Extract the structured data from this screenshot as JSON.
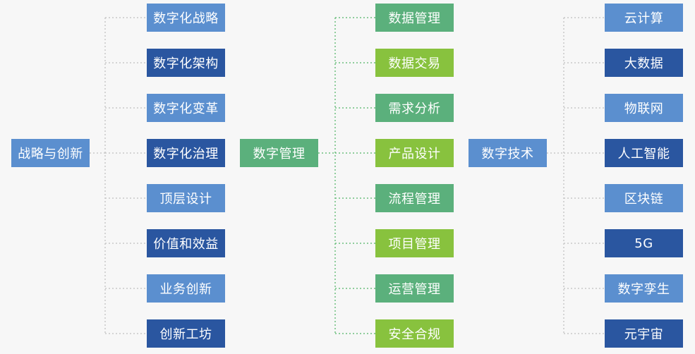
{
  "colors": {
    "blue_light": "#5b8fcf",
    "blue_dark": "#2a56a0",
    "green_mid": "#5bb07c",
    "green_light": "#88c23e",
    "line_gray": "#c8c8c8",
    "line_green": "#6dbf7e"
  },
  "groups": [
    {
      "root": {
        "label": "战略与创新",
        "color": "#5b8fcf"
      },
      "children": [
        {
          "label": "数字化战略",
          "color": "#5b8fcf"
        },
        {
          "label": "数字化架构",
          "color": "#2a56a0"
        },
        {
          "label": "数字化变革",
          "color": "#5b8fcf"
        },
        {
          "label": "数字化治理",
          "color": "#2a56a0"
        },
        {
          "label": "顶层设计",
          "color": "#5b8fcf"
        },
        {
          "label": "价值和效益",
          "color": "#2a56a0"
        },
        {
          "label": "业务创新",
          "color": "#5b8fcf"
        },
        {
          "label": "创新工坊",
          "color": "#2a56a0"
        }
      ]
    },
    {
      "root": {
        "label": "数字管理",
        "color": "#5bb07c"
      },
      "children": [
        {
          "label": "数据管理",
          "color": "#5bb07c"
        },
        {
          "label": "数据交易",
          "color": "#88c23e"
        },
        {
          "label": "需求分析",
          "color": "#5bb07c"
        },
        {
          "label": "产品设计",
          "color": "#88c23e"
        },
        {
          "label": "流程管理",
          "color": "#5bb07c"
        },
        {
          "label": "项目管理",
          "color": "#88c23e"
        },
        {
          "label": "运营管理",
          "color": "#5bb07c"
        },
        {
          "label": "安全合规",
          "color": "#88c23e"
        }
      ]
    },
    {
      "root": {
        "label": "数字技术",
        "color": "#5b8fcf"
      },
      "children": [
        {
          "label": "云计算",
          "color": "#5b8fcf"
        },
        {
          "label": "大数据",
          "color": "#2a56a0"
        },
        {
          "label": "物联网",
          "color": "#5b8fcf"
        },
        {
          "label": "人工智能",
          "color": "#2a56a0"
        },
        {
          "label": "区块链",
          "color": "#5b8fcf"
        },
        {
          "label": "5G",
          "color": "#2a56a0"
        },
        {
          "label": "数字孪生",
          "color": "#5b8fcf"
        },
        {
          "label": "元宇宙",
          "color": "#2a56a0"
        }
      ]
    }
  ]
}
